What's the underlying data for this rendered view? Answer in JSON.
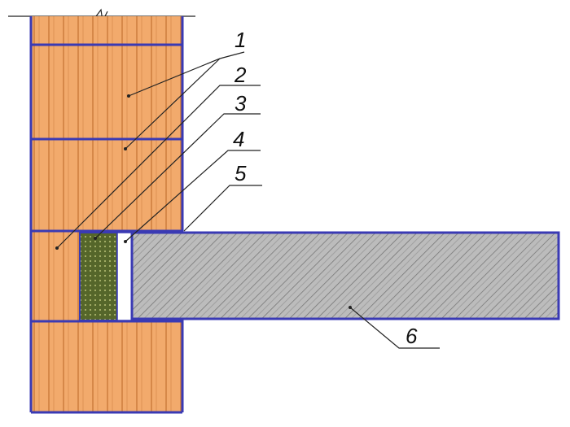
{
  "callouts": [
    {
      "id": "1",
      "label": "1"
    },
    {
      "id": "2",
      "label": "2"
    },
    {
      "id": "3",
      "label": "3"
    },
    {
      "id": "4",
      "label": "4"
    },
    {
      "id": "5",
      "label": "5"
    },
    {
      "id": "6",
      "label": "6"
    }
  ],
  "colors": {
    "brick": "#f2aa6c",
    "brick_groove": "#c9783a",
    "outline": "#3a3ab4",
    "insulation": "#55662a",
    "insulation_dot": "#a9b36a",
    "slab": "#b8b8b8",
    "slab_hatch": "#6e6e6e",
    "gap": "#ffffff",
    "leader": "#222222"
  }
}
